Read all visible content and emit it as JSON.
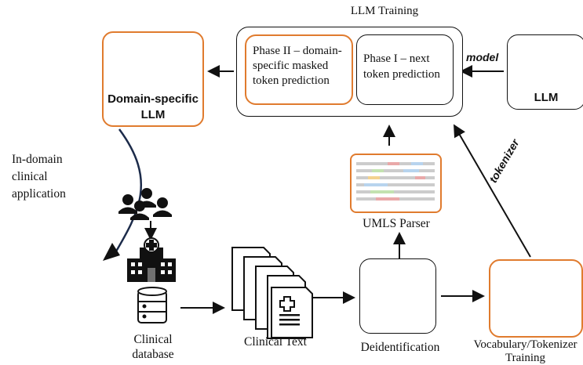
{
  "training": {
    "title": "LLM Training",
    "phase2": "Phase II – domain-specific masked token prediction",
    "phase1": "Phase I – next token prediction"
  },
  "domain_llm": {
    "label": "Domain-specific LLM"
  },
  "llm": {
    "label": "LLM"
  },
  "edges": {
    "model": "model",
    "tokenizer": "tokenizer",
    "in_domain": "In-domain clinical application"
  },
  "nodes": {
    "umls": "UMLS Parser",
    "clinical_db": "Clinical database",
    "clinical_text": "Clinical Text",
    "deid": "Deidentification",
    "vocab": "Vocabulary/Tokenizer Training"
  },
  "colors": {
    "accent": "#e07b2e",
    "arrow_navy": "#1c2b4a"
  }
}
